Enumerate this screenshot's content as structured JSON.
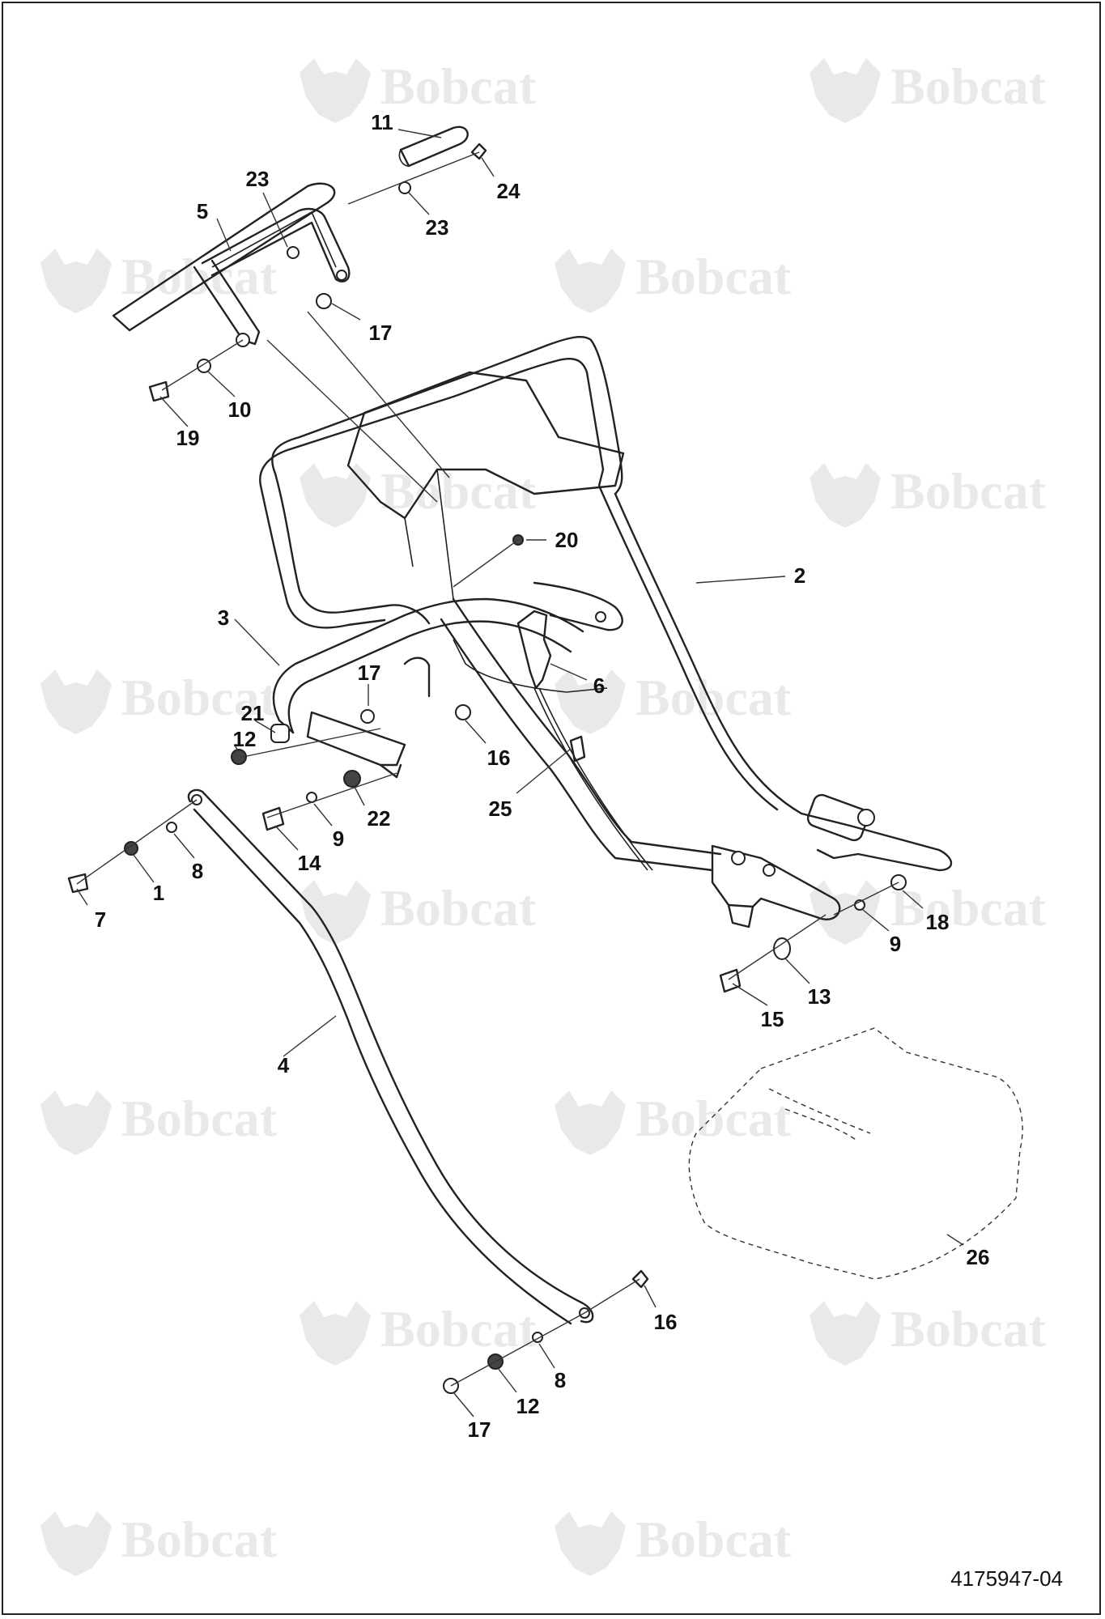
{
  "watermark": {
    "brand": "Bobcat",
    "icon": "bobcat-logo-icon",
    "color": "#e9e9e9"
  },
  "callouts": [
    "11",
    "24",
    "23",
    "23",
    "5",
    "17",
    "10",
    "19",
    "20",
    "2",
    "3",
    "6",
    "17",
    "21",
    "12",
    "16",
    "22",
    "9",
    "8",
    "1",
    "7",
    "14",
    "25",
    "18",
    "9",
    "13",
    "15",
    "4",
    "26",
    "16",
    "8",
    "12",
    "17"
  ],
  "document_number": "4175947-04"
}
